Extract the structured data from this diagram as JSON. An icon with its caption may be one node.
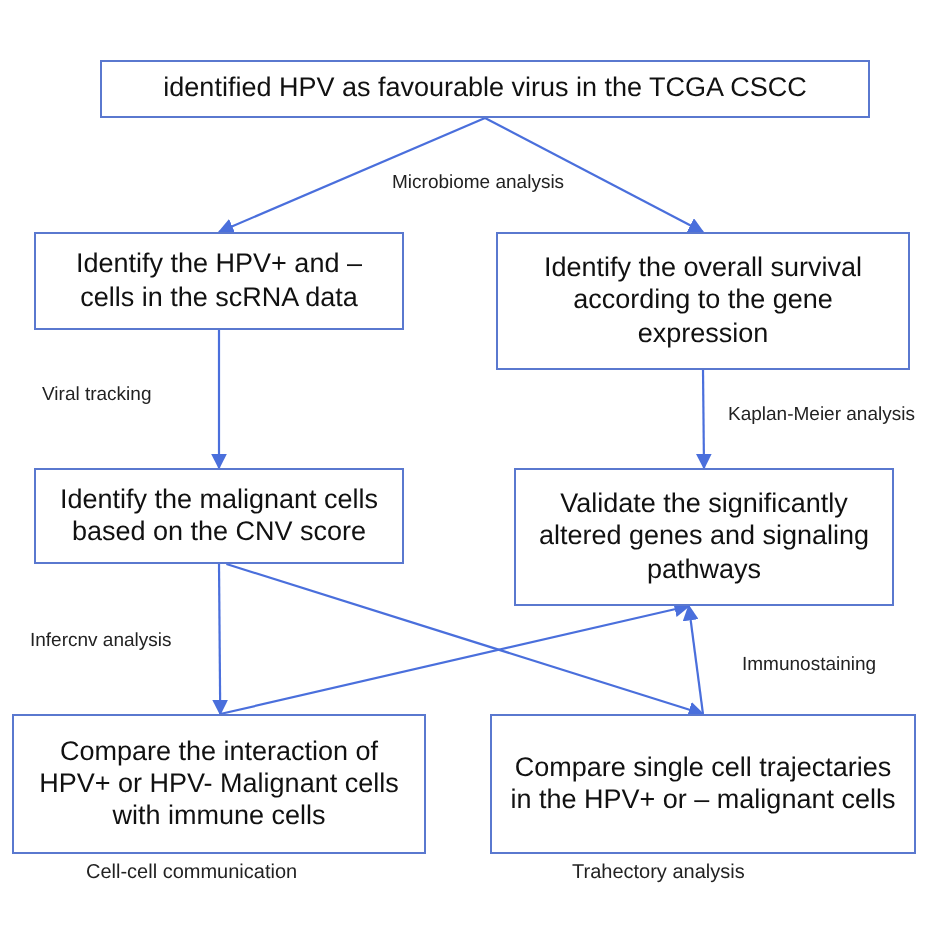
{
  "diagram": {
    "nodes": [
      {
        "text": [
          "identified HPV as favourable virus in the TCGA CSCC"
        ]
      },
      {
        "text": [
          "Identify the HPV+ and – cells in the scRNA data"
        ]
      },
      {
        "text": [
          "Identify the overall survival according to the gene expression"
        ]
      },
      {
        "text": [
          "Identify the malignant cells based on the CNV score"
        ]
      },
      {
        "text": [
          "Validate the significantly altered genes and signaling pathways"
        ]
      },
      {
        "text": [
          "Compare the interaction of HPV+ or HPV- Malignant cells with immune cells"
        ],
        "beside": [
          "Cell-cell communication"
        ]
      },
      {
        "text": [
          "Compare single cell trajectaries in the HPV+ or – malignant cells"
        ],
        "beside": [
          "Trahectory analysis"
        ]
      }
    ],
    "edges": [
      {
        "from": 0,
        "to": 1,
        "arrow": "to"
      },
      {
        "from": 0,
        "to": 2,
        "arrow": "to"
      },
      {
        "from": 1,
        "to": 3,
        "arrow": "to",
        "label": "Viral tracking"
      },
      {
        "from": 2,
        "to": 4,
        "arrow": "to",
        "label": "Kaplan-Meier analysis"
      },
      {
        "from": 3,
        "to": 5,
        "arrow": "to",
        "label": "Infercnv analysis"
      },
      {
        "from": 3,
        "to": 6,
        "arrow": "to"
      },
      {
        "from": 5,
        "to": 4,
        "arrow": "to"
      },
      {
        "from": 6,
        "to": 4,
        "arrow": "to",
        "label": "Immunostaining"
      }
    ],
    "labels": [
      "Microbiome analysis"
    ]
  }
}
